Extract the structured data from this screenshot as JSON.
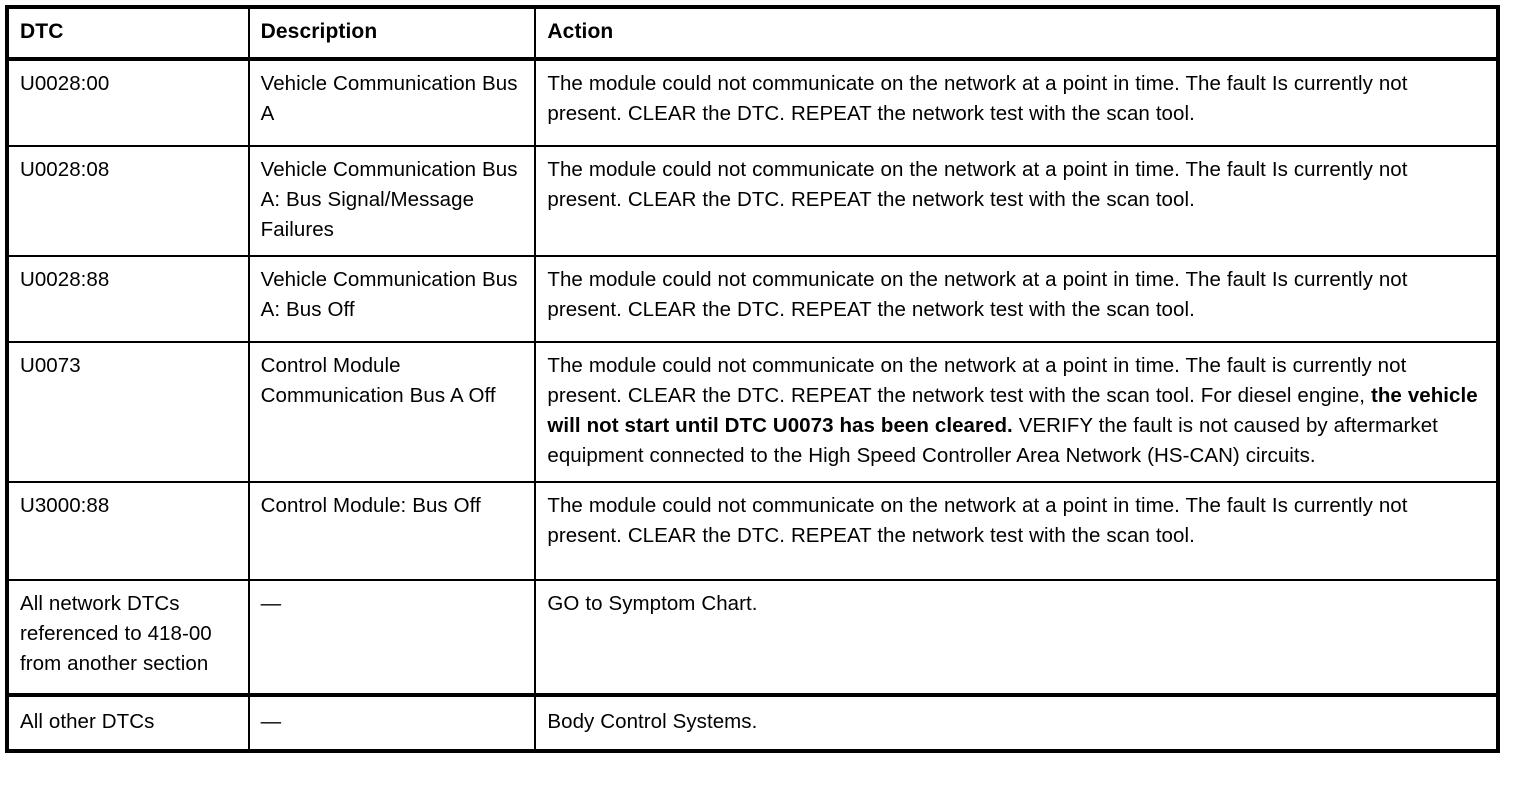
{
  "table": {
    "columns": [
      {
        "key": "dtc",
        "label": "DTC"
      },
      {
        "key": "description",
        "label": "Description"
      },
      {
        "key": "action",
        "label": "Action"
      }
    ],
    "rows": [
      {
        "key": "u0028-00",
        "dtc": "U0028:00",
        "description": "Vehicle Communication Bus A",
        "action": "The module could not communicate on the network at a point in time. The fault Is currently not present. CLEAR the DTC. REPEAT the network test with the scan tool."
      },
      {
        "key": "u0028-08",
        "dtc": "U0028:08",
        "description": "Vehicle Communication Bus A: Bus Signal/Message Failures",
        "action": "The module could not communicate on the network at a point in time. The fault Is currently not present. CLEAR the DTC. REPEAT the network test with the scan tool."
      },
      {
        "key": "u0028-88",
        "dtc": "U0028:88",
        "description": "Vehicle Communication Bus A: Bus Off",
        "action": "The module could not communicate on the network at a point in time. The fault Is currently not present. CLEAR the DTC. REPEAT the network test with the scan tool."
      },
      {
        "key": "u0073",
        "dtc": "U0073",
        "description": "Control Module Communication Bus A Off",
        "action_segments": [
          {
            "text": "The module could not communicate on the network at a point in time. The fault is currently not present. CLEAR the DTC. REPEAT the network test with the scan tool. For diesel engine, ",
            "bold": false
          },
          {
            "text": "the vehicle will not start until DTC U0073 has been cleared.",
            "bold": true
          },
          {
            "text": " VERIFY the fault is not caused by aftermarket equipment connected to the High Speed Controller Area Network (HS-CAN) circuits.",
            "bold": false
          }
        ]
      },
      {
        "key": "u3000-88",
        "dtc": "U3000:88",
        "description": "Control Module: Bus Off",
        "action": "The module could not communicate on the network at a point in time. The fault Is currently not present. CLEAR the DTC. REPEAT the network test with the scan tool."
      },
      {
        "key": "all-network",
        "dtc": "All network DTCs referenced to 418-00 from another section",
        "description": "—",
        "action": "GO to Symptom Chart."
      },
      {
        "key": "all-other",
        "dtc": "All other DTCs",
        "description": "—",
        "action": "Body Control Systems."
      }
    ]
  },
  "style": {
    "text_color": "#000000",
    "background_color": "#ffffff",
    "border_color": "#000000"
  }
}
